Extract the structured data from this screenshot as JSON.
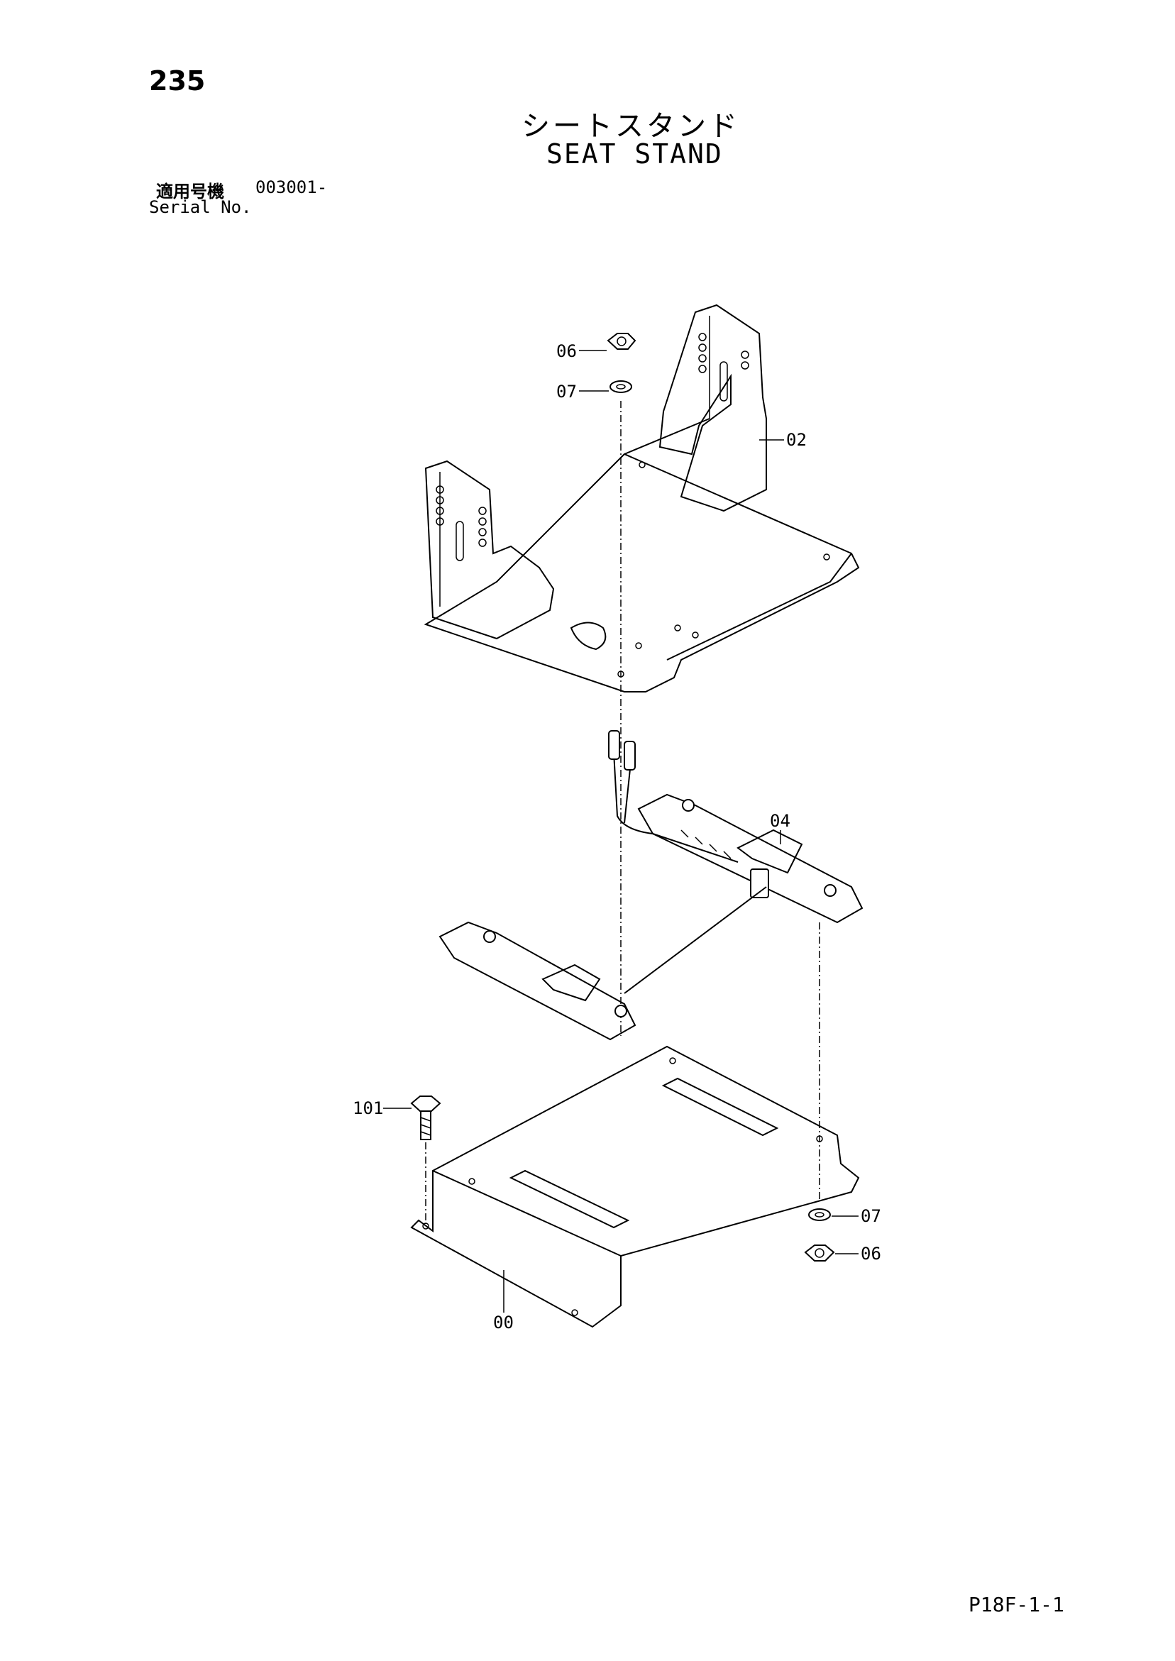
{
  "header": {
    "page_number": "235",
    "title_jp": "シートスタンド",
    "title_en": "SEAT STAND",
    "serial_label_jp": "適用号機",
    "serial_value": "003001-",
    "serial_label_en": "Serial No."
  },
  "callouts": {
    "nut_top": "06",
    "washer_top": "07",
    "seat_stand": "02",
    "rail_assy": "04",
    "bolt": "101",
    "washer_bottom": "07",
    "nut_bottom": "06",
    "base_plate": "00"
  },
  "footer": {
    "code": "P18F-1-1"
  }
}
